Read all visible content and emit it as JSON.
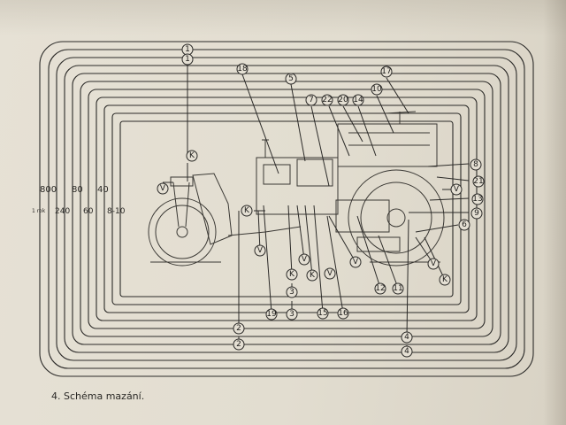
{
  "caption": "4. Schéma mazání.",
  "scale": {
    "row1": [
      "800",
      "80",
      "40"
    ],
    "row2_prefix": "1 rok",
    "row2": [
      "240",
      "60",
      "8-10"
    ]
  },
  "callouts": {
    "n1": "1",
    "n2": "2",
    "n3": "3",
    "n4": "4",
    "n5": "5",
    "n6": "6",
    "n7": "7",
    "n8": "8",
    "n9": "9",
    "n10": "10",
    "n11": "11",
    "n12": "12",
    "n13": "13",
    "n14": "14",
    "n15": "15",
    "n16": "16",
    "n17": "17",
    "n18": "18",
    "n19": "19",
    "n20": "20",
    "n21": "21",
    "n22": "22",
    "K": "K",
    "V": "V"
  }
}
